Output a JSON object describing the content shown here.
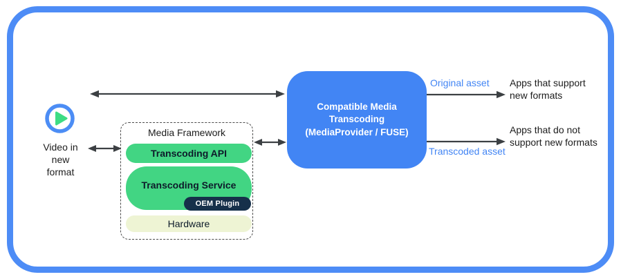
{
  "source": {
    "icon": "play-icon",
    "label_lines": [
      "Video in",
      "new",
      "format"
    ]
  },
  "media_framework": {
    "title": "Media Framework",
    "layers": [
      {
        "label": "Transcoding API"
      },
      {
        "label": "Transcoding Service",
        "badge": "OEM Plugin"
      },
      {
        "label": "Hardware"
      }
    ]
  },
  "transcoding_box": {
    "title_lines": [
      "Compatible Media",
      "Transcoding",
      "(MediaProvider / FUSE)"
    ]
  },
  "outputs": [
    {
      "asset_label": "Original asset",
      "target_lines": [
        "Apps that support",
        "new formats"
      ]
    },
    {
      "asset_label": "Transcoded asset",
      "target_lines": [
        "Apps that do not",
        "support new formats"
      ]
    }
  ],
  "colors": {
    "frame_blue": "#4d8cf6",
    "box_blue": "#4285f4",
    "accent_green": "#42d583",
    "badge_navy": "#16304a",
    "hardware_cream": "#eef4d4",
    "asset_label_blue": "#4285f4",
    "arrow_gray": "#3c4043"
  }
}
